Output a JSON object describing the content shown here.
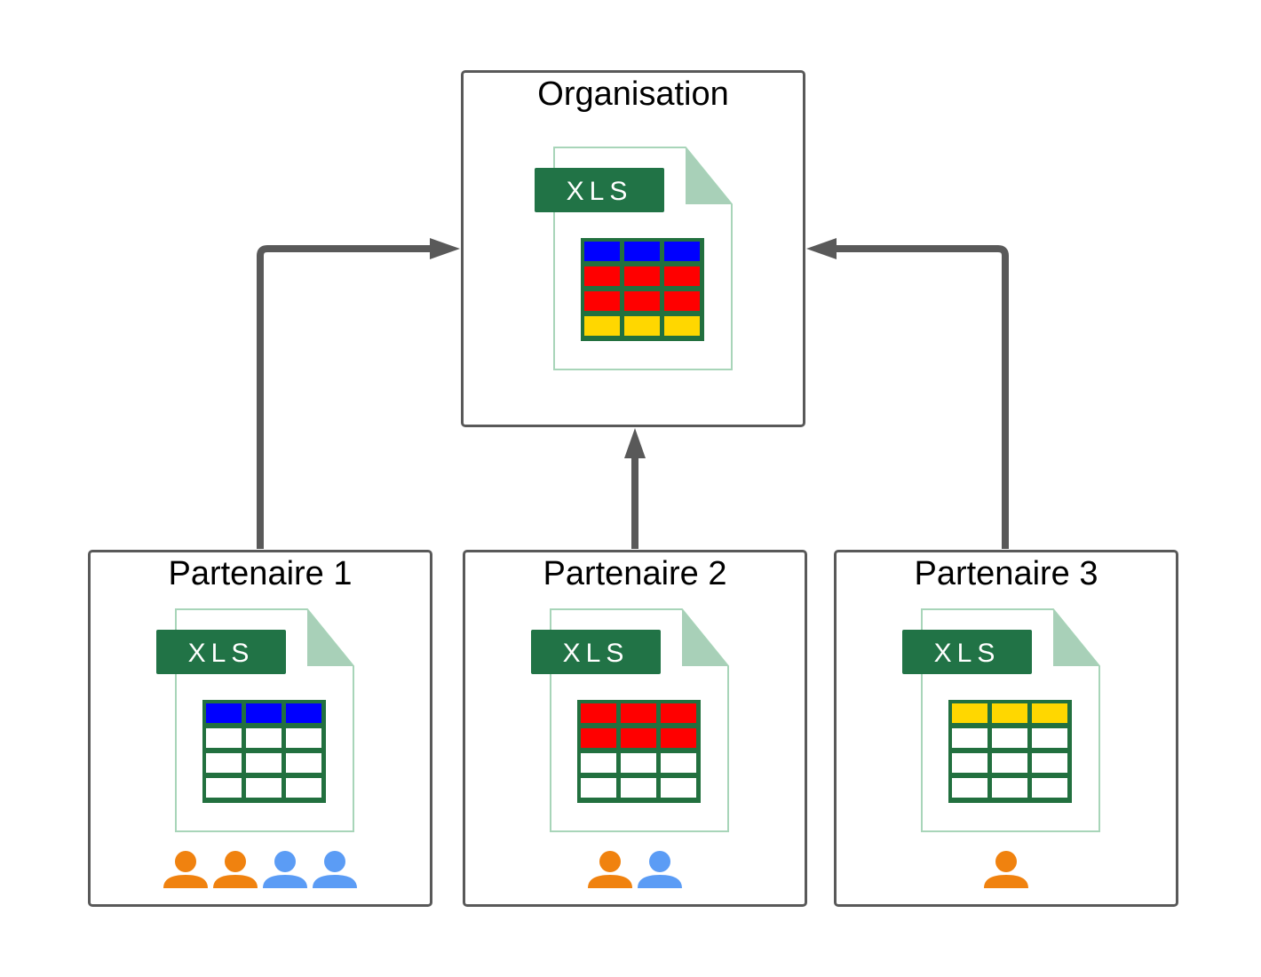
{
  "colors": {
    "blue": "#0000ff",
    "red": "#ff0000",
    "yellow": "#ffd700",
    "empty": "#ffffff",
    "grid": "#22703f",
    "badge": "#217346",
    "page_border": "#a8d5b9",
    "page_fold": "#a8d0b8",
    "arrow": "#595959",
    "user_orange": "#f0820f",
    "user_blue": "#5b9cf5"
  },
  "organisation": {
    "title": "Organisation",
    "file_label": "XLS",
    "rows": [
      "blue",
      "red",
      "red",
      "yellow"
    ]
  },
  "partners": [
    {
      "title": "Partenaire 1",
      "file_label": "XLS",
      "rows": [
        "blue",
        "empty",
        "empty",
        "empty"
      ],
      "users": [
        "orange",
        "orange",
        "blue",
        "blue"
      ]
    },
    {
      "title": "Partenaire 2",
      "file_label": "XLS",
      "rows": [
        "red",
        "red",
        "empty",
        "empty"
      ],
      "users": [
        "orange",
        "blue"
      ]
    },
    {
      "title": "Partenaire 3",
      "file_label": "XLS",
      "rows": [
        "yellow",
        "empty",
        "empty",
        "empty"
      ],
      "users": [
        "orange"
      ]
    }
  ]
}
